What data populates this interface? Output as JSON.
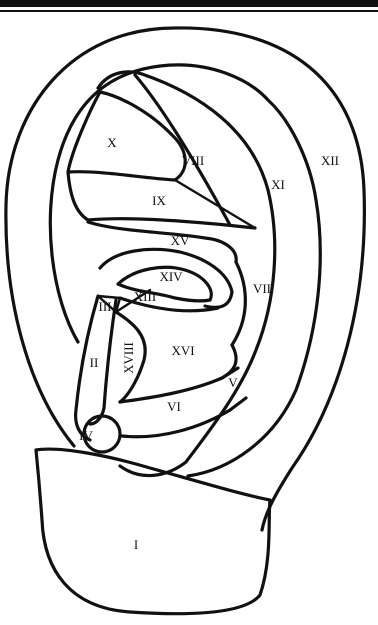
{
  "diagram": {
    "regions": [
      {
        "id": "I",
        "label": "I"
      },
      {
        "id": "II",
        "label": "II"
      },
      {
        "id": "III",
        "label": "III"
      },
      {
        "id": "IV",
        "label": "IV"
      },
      {
        "id": "V",
        "label": "V"
      },
      {
        "id": "VI",
        "label": "VI"
      },
      {
        "id": "VII",
        "label": "VII"
      },
      {
        "id": "VIII",
        "label": "VIII"
      },
      {
        "id": "IX",
        "label": "IX"
      },
      {
        "id": "X",
        "label": "X"
      },
      {
        "id": "XI",
        "label": "XI"
      },
      {
        "id": "XII",
        "label": "XII"
      },
      {
        "id": "XIII",
        "label": "XIII"
      },
      {
        "id": "XIV",
        "label": "XIV"
      },
      {
        "id": "XV",
        "label": "XV"
      },
      {
        "id": "XVI",
        "label": "XVI"
      },
      {
        "id": "XVIII",
        "label": "XVIII"
      }
    ]
  },
  "colors": {
    "line": "#111111",
    "background": "#ffffff"
  }
}
